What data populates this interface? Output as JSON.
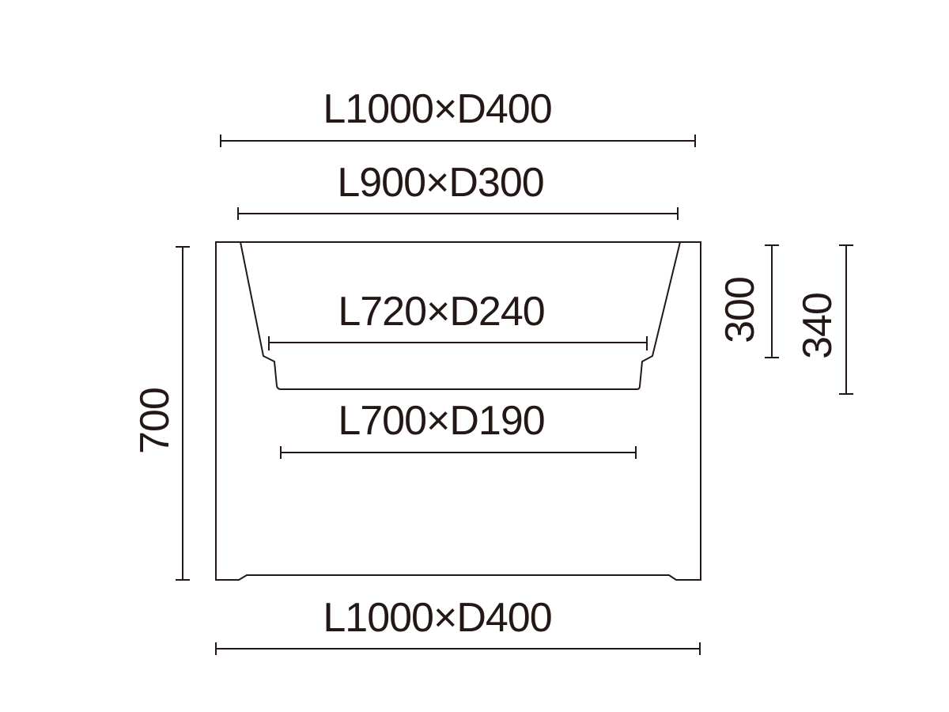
{
  "dimensions": {
    "outer_top": "L1000×D400",
    "rim": "L900×D300",
    "basin_inner": "L720×D240",
    "basin_bottom": "L700×D190",
    "outer_bottom": "L1000×D400",
    "height_total": "700",
    "basin_depth": "300",
    "basin_depth_outer": "340"
  },
  "colors": {
    "line": "#231815",
    "background": "#ffffff"
  }
}
